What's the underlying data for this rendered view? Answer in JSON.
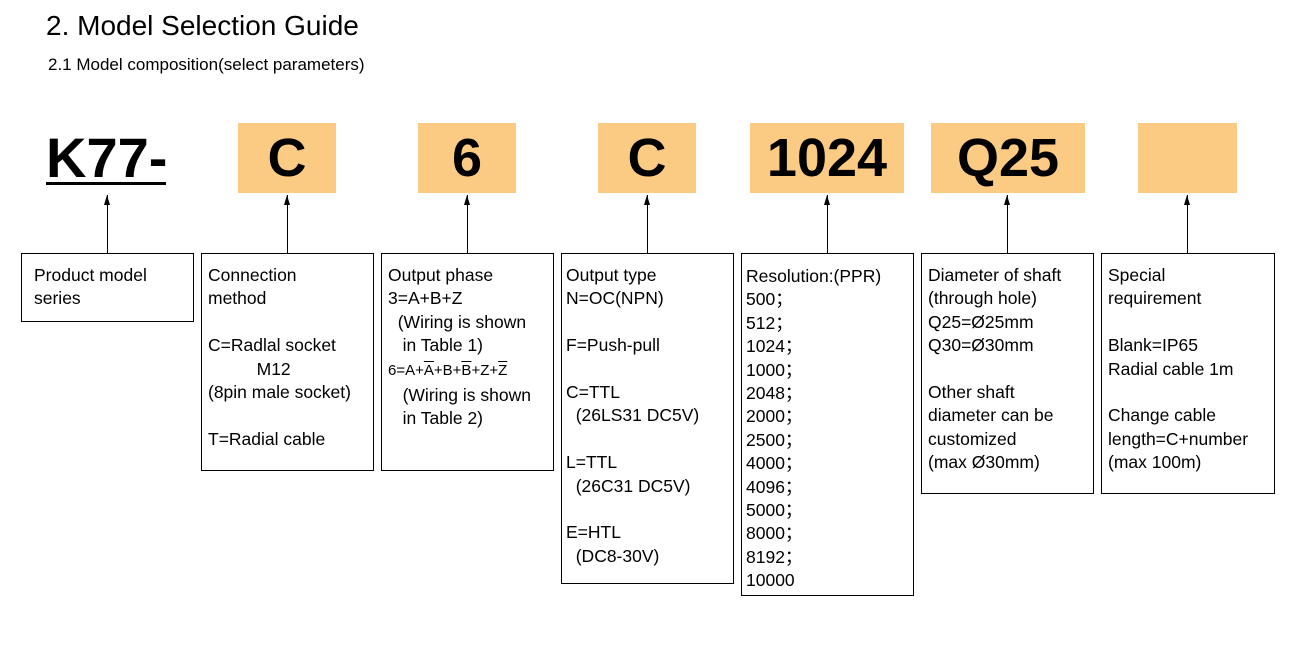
{
  "title": "2. Model Selection Guide",
  "subtitle": "2.1 Model composition(select parameters)",
  "code_fill_color": "#fccb83",
  "series_code": "K77-",
  "codes": [
    "C",
    "6",
    "C",
    "1024",
    "Q25",
    ""
  ],
  "boxes": {
    "series": {
      "lines": [
        "Product model",
        "series"
      ]
    },
    "connection": {
      "lines": [
        "Connection",
        "method",
        "",
        "C=Radlal socket",
        "          M12",
        "(8pin male socket)",
        "",
        "T=Radial cable"
      ]
    },
    "phase": {
      "lines": [
        "Output phase",
        "3=A+B+Z",
        "  (Wiring is shown",
        "   in Table 1)"
      ],
      "phase6_parts": [
        "6=A+",
        "A",
        "+B+",
        "B",
        "+Z+",
        "Z"
      ],
      "lines_after": [
        "   (Wiring is shown",
        "   in Table 2)"
      ]
    },
    "output": {
      "lines": [
        "Output type",
        "N=OC(NPN)",
        "",
        "F=Push-pull",
        "",
        "C=TTL",
        "  (26LS31 DC5V)",
        "",
        "L=TTL",
        "  (26C31 DC5V)",
        "",
        "E=HTL",
        "  (DC8-30V)"
      ]
    },
    "resolution": {
      "lines": [
        "Resolution:(PPR)",
        "500；",
        "512；",
        "1024；",
        "1000；",
        "2048；",
        "2000；",
        "2500；",
        "4000；",
        "4096；",
        "5000；",
        "8000；",
        "8192；",
        "10000"
      ]
    },
    "shaft": {
      "lines": [
        "Diameter of shaft",
        "(through hole)",
        "Q25=Ø25mm",
        "Q30=Ø30mm",
        "",
        "Other shaft",
        "diameter can be",
        "customized",
        "(max Ø30mm)"
      ]
    },
    "special": {
      "lines": [
        "Special",
        "requirement",
        "",
        "Blank=IP65",
        "Radial cable 1m",
        "",
        "Change cable",
        "length=C+number",
        "(max 100m)"
      ]
    }
  }
}
